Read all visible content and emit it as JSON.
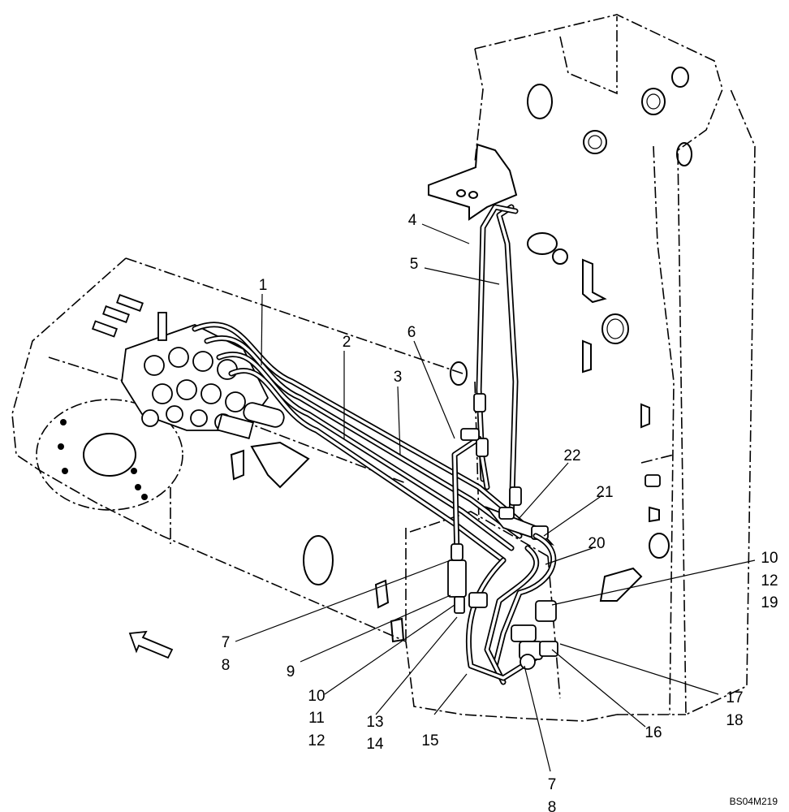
{
  "drawing_code": "BS04M219",
  "callouts": {
    "c1": "1",
    "c2": "2",
    "c3": "3",
    "c4": "4",
    "c5": "5",
    "c6": "6",
    "c7a": "7",
    "c8a": "8",
    "c9": "9",
    "c10a": "10",
    "c11": "11",
    "c12a": "12",
    "c13": "13",
    "c14": "14",
    "c15": "15",
    "c7b": "7",
    "c8b": "8",
    "c16": "16",
    "c17": "17",
    "c18": "18",
    "c19": "19",
    "c10b": "10",
    "c12b": "12",
    "c20": "20",
    "c21": "21",
    "c22": "22"
  },
  "icons": {
    "direction": "forward-arrow-icon"
  }
}
